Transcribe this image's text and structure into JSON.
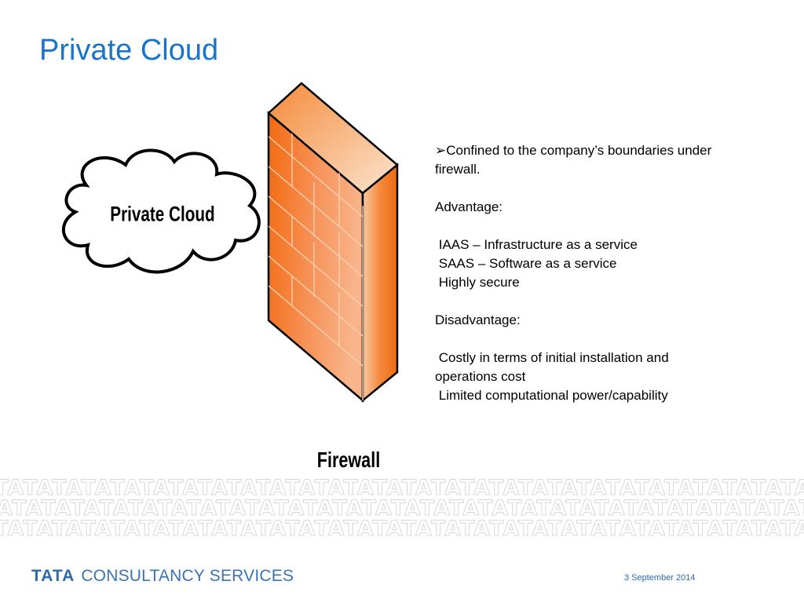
{
  "slide": {
    "title": "Private Cloud"
  },
  "diagram": {
    "cloud_label": "Private Cloud",
    "firewall_label": "Firewall"
  },
  "content": {
    "bullet_marker": "➢",
    "intro_line1": "Confined to the company’s boundaries under",
    "intro_line2": "firewall.",
    "advantage_heading": "Advantage:",
    "advantages": [
      " IAAS – Infrastructure as a service",
      " SAAS – Software as a service",
      " Highly secure"
    ],
    "disadvantage_heading": "Disadvantage:",
    "disadvantages_line1": " Costly in terms of initial installation and",
    "disadvantages_line2": "operations cost",
    "disadvantages_line3": " Limited computational power/capability"
  },
  "footer": {
    "pattern_text": "TATATATATATATATATATATATATATATATATATATATATATATATATATATATATATA",
    "brand_tata": "TATA",
    "brand_rest": "CONSULTANCY SERVICES",
    "date": "3 September 2014"
  },
  "colors": {
    "title_blue": "#1a75c9",
    "firewall_orange": "#f47a20",
    "brand_blue": "#2d6aa8"
  }
}
